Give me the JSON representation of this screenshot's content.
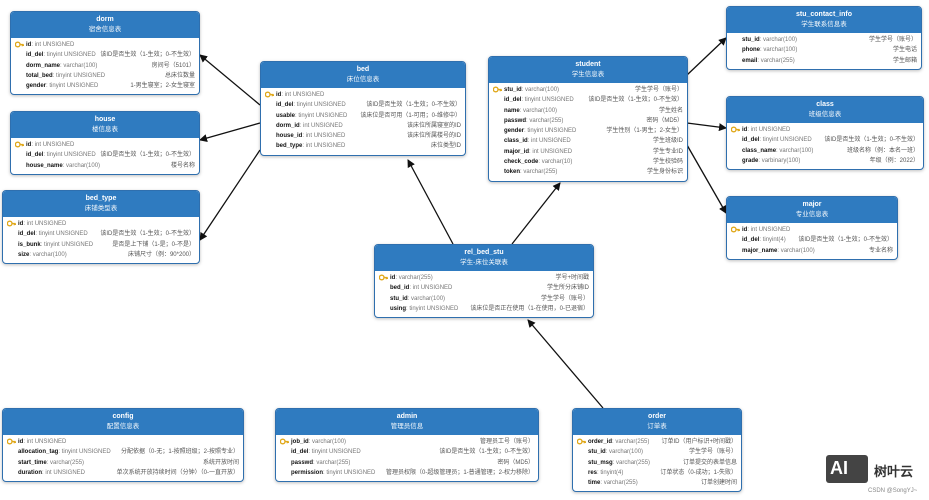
{
  "tables": [
    {
      "name": "dorm",
      "comment": "宿舍信息表",
      "cols": [
        {
          "field": "id",
          "type": "int UNSIGNED",
          "comment": "",
          "pk": true
        },
        {
          "field": "id_del",
          "type": "tinyint UNSIGNED",
          "comment": "该ID是否生效（1-生效；0-不生效）"
        },
        {
          "field": "dorm_name",
          "type": "varchar(100)",
          "comment": "房间号（5101）"
        },
        {
          "field": "total_bed",
          "type": "tinyint UNSIGNED",
          "comment": "总床位数量"
        },
        {
          "field": "gender",
          "type": "tinyint UNSIGNED",
          "comment": "1-男生寝室；2-女生寝室"
        }
      ]
    },
    {
      "name": "house",
      "comment": "楼信息表",
      "cols": [
        {
          "field": "id",
          "type": "int UNSIGNED",
          "comment": "",
          "pk": true
        },
        {
          "field": "id_del",
          "type": "tinyint UNSIGNED",
          "comment": "该ID是否生效（1-生效；0-不生效）"
        },
        {
          "field": "house_name",
          "type": "varchar(100)",
          "comment": "楼号名称"
        }
      ]
    },
    {
      "name": "bed_type",
      "comment": "床铺类型表",
      "cols": [
        {
          "field": "id",
          "type": "int UNSIGNED",
          "comment": "",
          "pk": true
        },
        {
          "field": "id_del",
          "type": "tinyint UNSIGNED",
          "comment": "该ID是否生效（1-生效；0-不生效）"
        },
        {
          "field": "is_bunk",
          "type": "tinyint UNSIGNED",
          "comment": "是否是上下铺（1-是；0-不是）"
        },
        {
          "field": "size",
          "type": "varchar(100)",
          "comment": "床铺尺寸（例：90*200）"
        }
      ]
    },
    {
      "name": "bed",
      "comment": "床位信息表",
      "cols": [
        {
          "field": "id",
          "type": "int UNSIGNED",
          "comment": "",
          "pk": true
        },
        {
          "field": "id_del",
          "type": "tinyint UNSIGNED",
          "comment": "该ID是否生效（1-生效；0-不生效）"
        },
        {
          "field": "usable",
          "type": "tinyint UNSIGNED",
          "comment": "该床位是否可用（1-可用；0-维修中）"
        },
        {
          "field": "dorm_id",
          "type": "int UNSIGNED",
          "comment": "该床位所属寝室的ID"
        },
        {
          "field": "house_id",
          "type": "int UNSIGNED",
          "comment": "该床位所属楼号的ID"
        },
        {
          "field": "bed_type",
          "type": "int UNSIGNED",
          "comment": "床位类型ID"
        }
      ]
    },
    {
      "name": "student",
      "comment": "学生信息表",
      "cols": [
        {
          "field": "stu_id",
          "type": "varchar(100)",
          "comment": "学生学号（账号）",
          "pk": true
        },
        {
          "field": "id_del",
          "type": "tinyint UNSIGNED",
          "comment": "该ID是否生效（1-生效；0-不生效）"
        },
        {
          "field": "name",
          "type": "varchar(100)",
          "comment": "学生姓名"
        },
        {
          "field": "passwd",
          "type": "varchar(255)",
          "comment": "密码（MD5）"
        },
        {
          "field": "gender",
          "type": "tinyint UNSIGNED",
          "comment": "学生性别（1-男生；2-女生）"
        },
        {
          "field": "class_id",
          "type": "int UNSIGNED",
          "comment": "学生班级ID"
        },
        {
          "field": "major_id",
          "type": "int UNSIGNED",
          "comment": "学生专业ID"
        },
        {
          "field": "check_code",
          "type": "varchar(10)",
          "comment": "学生校验码"
        },
        {
          "field": "token",
          "type": "varchar(255)",
          "comment": "学生身份标识"
        }
      ]
    },
    {
      "name": "stu_contact_info",
      "comment": "学生联系信息表",
      "cols": [
        {
          "field": "stu_id",
          "type": "varchar(100)",
          "comment": "学生学号（账号）"
        },
        {
          "field": "phone",
          "type": "varchar(100)",
          "comment": "学生电话"
        },
        {
          "field": "email",
          "type": "varchar(255)",
          "comment": "学生邮箱"
        }
      ]
    },
    {
      "name": "class",
      "comment": "班级信息表",
      "cols": [
        {
          "field": "id",
          "type": "int UNSIGNED",
          "comment": "",
          "pk": true
        },
        {
          "field": "id_del",
          "type": "tinyint UNSIGNED",
          "comment": "该ID是否生效（1-生效；0-不生效）"
        },
        {
          "field": "class_name",
          "type": "varchar(100)",
          "comment": "班级名称（例：本名一班）"
        },
        {
          "field": "grade",
          "type": "varbinary(100)",
          "comment": "年级（例：2022）"
        }
      ]
    },
    {
      "name": "major",
      "comment": "专业信息表",
      "cols": [
        {
          "field": "id",
          "type": "int UNSIGNED",
          "comment": "",
          "pk": true
        },
        {
          "field": "id_del",
          "type": "tinyint(4)",
          "comment": "该ID是否生效（1-生效；0-不生效）"
        },
        {
          "field": "major_name",
          "type": "varchar(100)",
          "comment": "专业名称"
        }
      ]
    },
    {
      "name": "rel_bed_stu",
      "comment": "学生-床位关联表",
      "cols": [
        {
          "field": "id",
          "type": "varchar(255)",
          "comment": "学号+时间戳",
          "pk": true
        },
        {
          "field": "bed_id",
          "type": "int UNSIGNED",
          "comment": "学生所分床铺ID"
        },
        {
          "field": "stu_id",
          "type": "varchar(100)",
          "comment": "学生学号（账号）"
        },
        {
          "field": "using",
          "type": "tinyint UNSIGNED",
          "comment": "该床位是否正在使用（1-在使用，0-已退宿）"
        }
      ]
    },
    {
      "name": "config",
      "comment": "配置信息表",
      "cols": [
        {
          "field": "id",
          "type": "int UNSIGNED",
          "comment": "",
          "pk": true
        },
        {
          "field": "allocation_tag",
          "type": "tinyint UNSIGNED",
          "comment": "分配依据（0-无；1-按照班级；2-按照专业）"
        },
        {
          "field": "start_time",
          "type": "varchar(255)",
          "comment": "系统开放时间"
        },
        {
          "field": "duration",
          "type": "int UNSIGNED",
          "comment": "单次系统开放持续时间（分钟）（0-一直开放）"
        }
      ]
    },
    {
      "name": "admin",
      "comment": "管理员信息",
      "cols": [
        {
          "field": "job_id",
          "type": "varchar(100)",
          "comment": "管理员工号（账号）",
          "pk": true
        },
        {
          "field": "id_del",
          "type": "tinyint UNSIGNED",
          "comment": "该ID是否生效（1-生效；0-不生效）"
        },
        {
          "field": "passwd",
          "type": "varchar(255)",
          "comment": "密码（MD5）"
        },
        {
          "field": "permission",
          "type": "tinyint UNSIGNED",
          "comment": "管理员权限（0-超级管理员；1-普通管理；2-权力移除）"
        }
      ]
    },
    {
      "name": "order",
      "comment": "订单表",
      "cols": [
        {
          "field": "order_id",
          "type": "varchar(255)",
          "comment": "订单ID（用户标识+时间戳）",
          "pk": true
        },
        {
          "field": "stu_id",
          "type": "varchar(100)",
          "comment": "学生学号（账号）"
        },
        {
          "field": "stu_msg",
          "type": "varchar(255)",
          "comment": "订单提交的表单信息"
        },
        {
          "field": "res",
          "type": "tinyint(4)",
          "comment": "订单状态（0-成功；1-失败）"
        },
        {
          "field": "time",
          "type": "varchar(255)",
          "comment": "订单创建时间"
        }
      ]
    }
  ],
  "watermark": {
    "logo_text": "AI",
    "brand": "树叶云",
    "credit": "CSDN @SongYJ~"
  },
  "colors": {
    "header": "#2f7bc0",
    "border": "#2f6fae",
    "key": "#e0a81b"
  }
}
